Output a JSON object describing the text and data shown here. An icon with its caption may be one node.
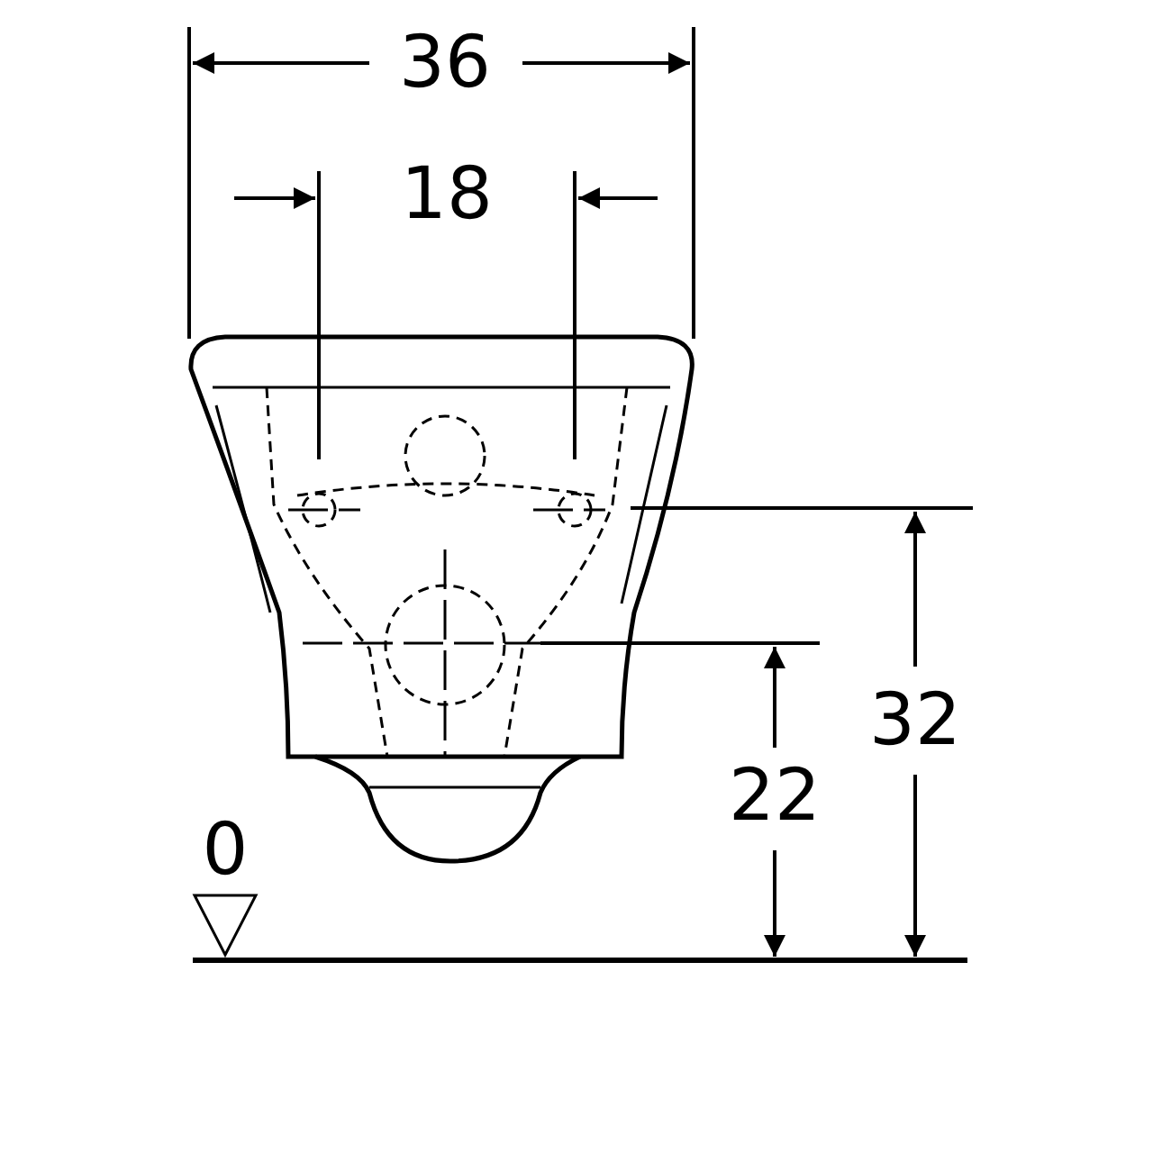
{
  "diagram": {
    "labels": [
      "36",
      "18",
      "32",
      "22",
      "0"
    ]
  }
}
